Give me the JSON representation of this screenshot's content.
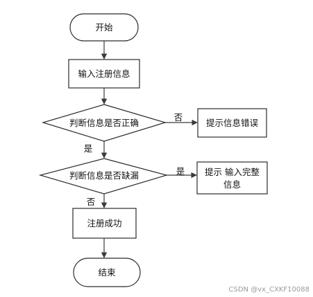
{
  "nodes": {
    "start": "开始",
    "register_input": "输入注册信息",
    "check_correct": "判断信息是否正确",
    "hint_error": "提示信息错误",
    "check_missing": "判断信息是否缺漏",
    "hint_complete_line1": "提示 输入完整",
    "hint_complete_line2": "信息",
    "register_success": "注册成功",
    "end": "结束"
  },
  "edges": {
    "correct_no": "否",
    "correct_yes": "是",
    "missing_yes": "是",
    "missing_no": "否"
  },
  "watermark": "CSDN @vx_CXKF10088"
}
